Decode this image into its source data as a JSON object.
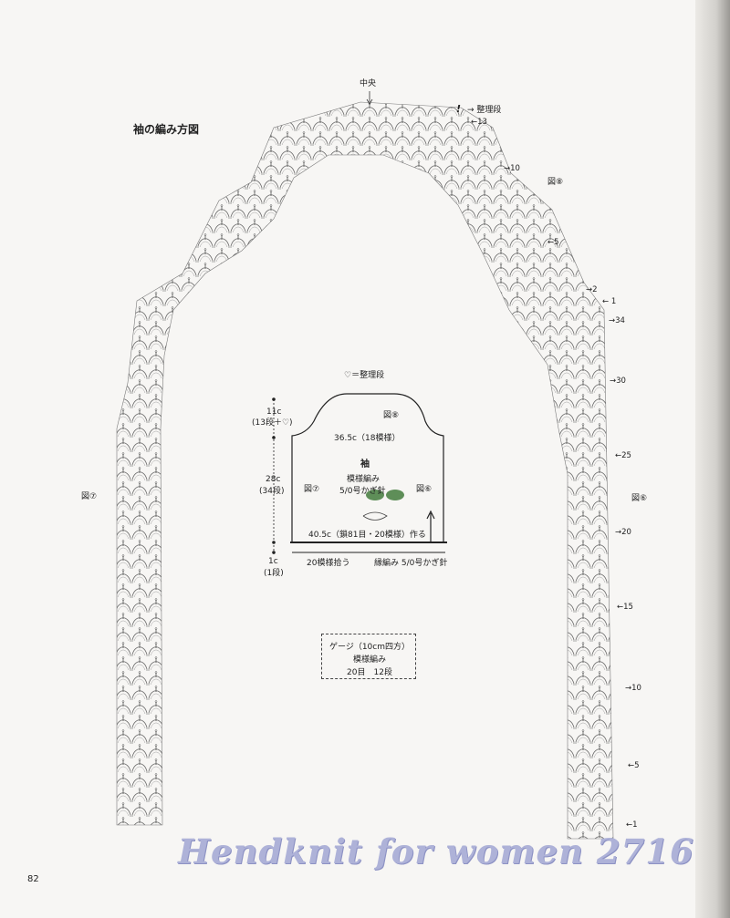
{
  "page": {
    "title": "袖の編み方図",
    "page_number": "82",
    "watermark": "Hendknit for women 2716"
  },
  "top_labels": {
    "center": "中央",
    "finishing_row": "→ 整理段",
    "mark": "!"
  },
  "row_markers_right": [
    "←13",
    "→10",
    "←5",
    "→2",
    "← 1",
    "→34",
    "→30",
    "←25",
    "→20",
    "←15",
    "→10",
    "←5",
    "←1"
  ],
  "figure_labels": {
    "fig8_top": "図⑧",
    "fig6_right": "図⑥",
    "fig7_left": "図⑦"
  },
  "sleeve": {
    "legend": "♡＝整理段",
    "top_height": "11c",
    "top_rows": "(13段＋♡)",
    "fig8": "図⑧",
    "top_width": "36.5c（18模様）",
    "name": "袖",
    "pattern": "模様編み",
    "hook": "5/0号かぎ針",
    "fig7": "図⑦",
    "fig6": "図⑥",
    "mid_height": "28c",
    "mid_rows": "(34段)",
    "bottom_width": "40.5c（鎖81目・20模様）作る",
    "edge_height": "1c",
    "edge_rows": "(1段)",
    "pick_up": "20模様拾う",
    "edging": "縁編み 5/0号かぎ針"
  },
  "gauge": {
    "title": "ゲージ（10cm四方）",
    "pattern": "模様編み",
    "values": "20目　12段"
  }
}
